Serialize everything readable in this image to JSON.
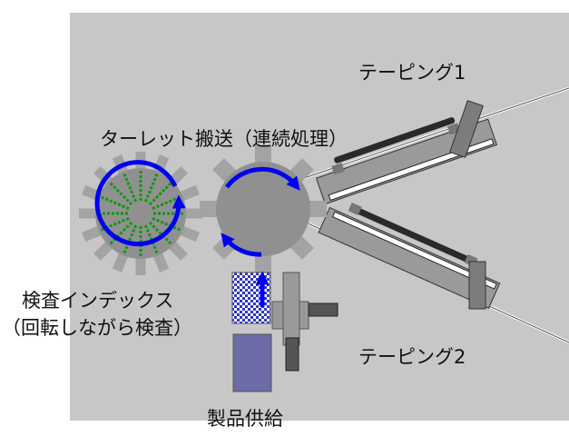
{
  "labels": {
    "turret": "ターレット搬送（連続処理）",
    "taping1": "テーピング1",
    "taping2": "テーピング2",
    "inspection_line1": "検査インデックス",
    "inspection_line2": "（回転しながら検査）",
    "supply": "製品供給"
  },
  "colors": {
    "background": "#ffffff",
    "machine_plate": "#c7c7c7",
    "wheel": "#909090",
    "wheel_teeth": "#a3a3a3",
    "rotation_arrow": "#0000ee",
    "inspection_spokes": "#0a9a0a",
    "checker_blue": "#2f36c8",
    "supply_box": "#6c6ca8",
    "dark_parts": "#444444",
    "belt": "#222222"
  },
  "icons": [
    "clockwise-arrow-icon",
    "up-arrow-icon"
  ]
}
